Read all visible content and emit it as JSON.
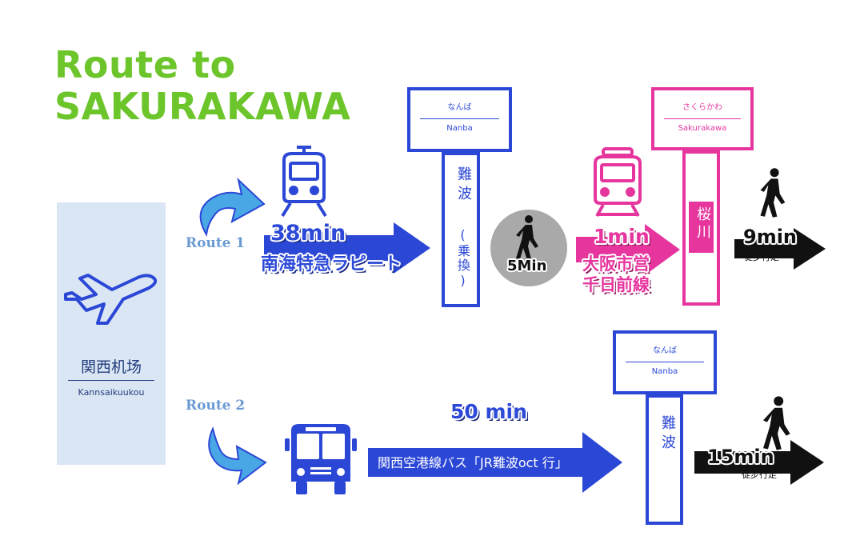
{
  "title": {
    "line1": "Route to",
    "line2": "SAKURAKAWA"
  },
  "airport": {
    "name_jp": "関西机场",
    "name_en": "Kannsaikuukou"
  },
  "route1": {
    "label": "Route 1",
    "train": {
      "time": "38min",
      "line": "南海特急ラピート"
    },
    "nanba_sign": {
      "kana": "なんば",
      "romaji": "Nanba",
      "vertical": "難波",
      "note": "(乗換)"
    },
    "walk_transfer": "5Min",
    "subway": {
      "time": "1min",
      "line_1": "大阪市営",
      "line_2": "千日前線"
    },
    "sakurakawa_sign": {
      "kana": "さくらかわ",
      "romaji": "Sakurakawa",
      "vertical": "桜川"
    },
    "walk_final": {
      "time": "9min",
      "label": "徒步行走"
    }
  },
  "route2": {
    "label": "Route 2",
    "bus": {
      "time": "50 min",
      "line": "関西空港線バス「JR難波oct 行」"
    },
    "nanba_sign": {
      "kana": "なんば",
      "romaji": "Nanba",
      "vertical": "難波"
    },
    "walk_final": {
      "time": "15min",
      "label": "徒步行走"
    }
  },
  "colors": {
    "title_green": "#6cc52a",
    "blue": "#2b47d6",
    "pink": "#e6369e",
    "light_blue": "#dbe6f4",
    "label_blue": "#6a9ad2"
  }
}
